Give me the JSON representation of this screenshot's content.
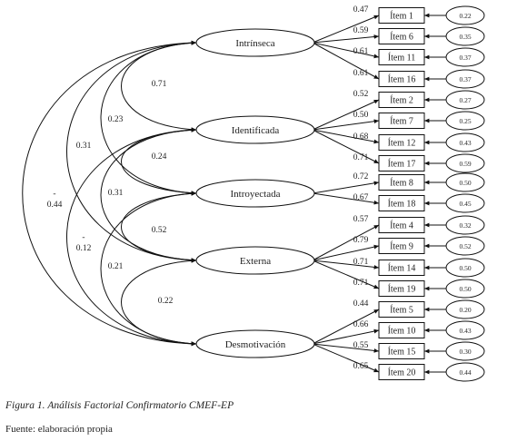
{
  "latents": [
    {
      "label": "Intrínseca"
    },
    {
      "label": "Identificada"
    },
    {
      "label": "Introyectada"
    },
    {
      "label": "Externa"
    },
    {
      "label": "Desmotivación"
    }
  ],
  "items": [
    {
      "label": "Ítem 1",
      "loading": "0.47",
      "error": "0.22",
      "factor": 0
    },
    {
      "label": "Ítem 6",
      "loading": "0.59",
      "error": "0.35",
      "factor": 0
    },
    {
      "label": "Ítem 11",
      "loading": "0.61",
      "error": "0.37",
      "factor": 0
    },
    {
      "label": "Ítem 16",
      "loading": "0.61",
      "error": "0.37",
      "factor": 0
    },
    {
      "label": "Ítem 2",
      "loading": "0.52",
      "error": "0.27",
      "factor": 1
    },
    {
      "label": "Ítem 7",
      "loading": "0.50",
      "error": "0.25",
      "factor": 1
    },
    {
      "label": "Ítem 12",
      "loading": "0.68",
      "error": "0.43",
      "factor": 1
    },
    {
      "label": "Ítem 17",
      "loading": "0.71",
      "error": "0.59",
      "factor": 1
    },
    {
      "label": "Ítem 8",
      "loading": "0.72",
      "error": "0.50",
      "factor": 2
    },
    {
      "label": "Ítem 18",
      "loading": "0.67",
      "error": "0.45",
      "factor": 2
    },
    {
      "label": "Ítem 4",
      "loading": "0.57",
      "error": "0.32",
      "factor": 3
    },
    {
      "label": "Ítem 9",
      "loading": "0.79",
      "error": "0.52",
      "factor": 3
    },
    {
      "label": "Ítem 14",
      "loading": "0.71",
      "error": "0.50",
      "factor": 3
    },
    {
      "label": "Ítem 19",
      "loading": "0.71",
      "error": "0.50",
      "factor": 3
    },
    {
      "label": "Ítem 5",
      "loading": "0.44",
      "error": "0.20",
      "factor": 4
    },
    {
      "label": "Ítem 10",
      "loading": "0.66",
      "error": "0.43",
      "factor": 4
    },
    {
      "label": "Ítem 15",
      "loading": "0.55",
      "error": "0.30",
      "factor": 4
    },
    {
      "label": "Ítem 20",
      "loading": "0.65",
      "error": "0.44",
      "factor": 4
    }
  ],
  "covariances": [
    {
      "from": 0,
      "to": 1,
      "value": "0.71"
    },
    {
      "from": 1,
      "to": 2,
      "value": "0.24"
    },
    {
      "from": 2,
      "to": 3,
      "value": "0.52"
    },
    {
      "from": 3,
      "to": 4,
      "value": "0.22"
    },
    {
      "from": 0,
      "to": 2,
      "value": "0.23"
    },
    {
      "from": 1,
      "to": 3,
      "value": "0.31"
    },
    {
      "from": 2,
      "to": 4,
      "value": "0.21"
    },
    {
      "from": 0,
      "to": 3,
      "value": "0.31"
    },
    {
      "from": 1,
      "to": 4,
      "value": "-0.12"
    },
    {
      "from": 0,
      "to": 4,
      "value": "-0.44"
    }
  ],
  "caption": {
    "figure_label": "Figura 1.",
    "figure_title": "Análisis Factorial Confirmatorio CMEF-EP",
    "source": "Fuente: elaboración propia"
  }
}
